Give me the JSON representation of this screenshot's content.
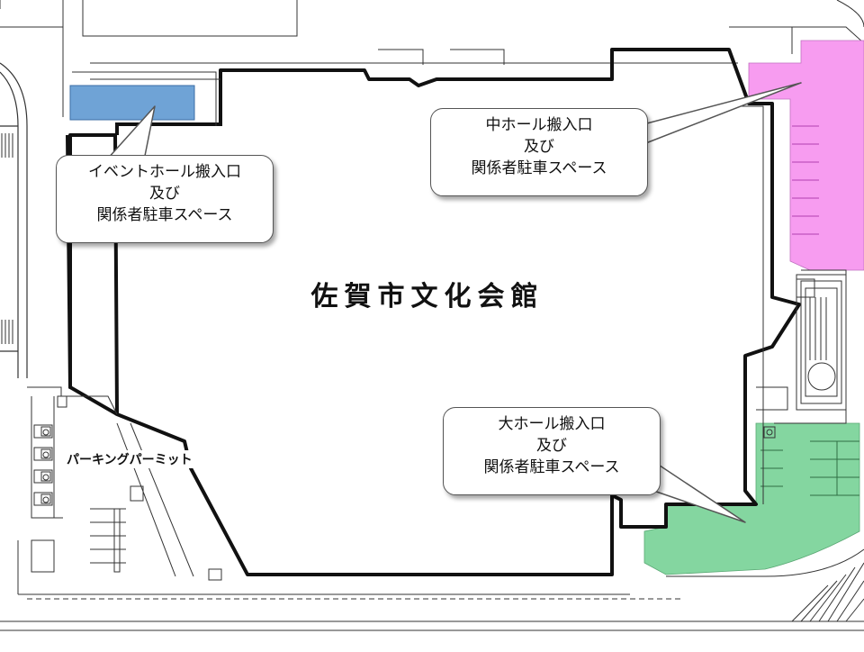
{
  "map": {
    "building_title": "佐賀市文化会館",
    "parking_label": "パーキングパーミット",
    "callouts": {
      "event_hall": [
        "イベントホール搬入口",
        "及び",
        "関係者駐車スペース"
      ],
      "middle_hall": [
        "中ホール搬入口",
        "及び",
        "関係者駐車スペース"
      ],
      "large_hall": [
        "大ホール搬入口",
        "及び",
        "関係者駐車スペース"
      ]
    },
    "zone_colors": {
      "event_hall": "#6fa3d6",
      "middle_hall": "#f79cf0",
      "large_hall": "#84d6a0"
    },
    "icons": [
      "wheelchair-icon"
    ]
  }
}
